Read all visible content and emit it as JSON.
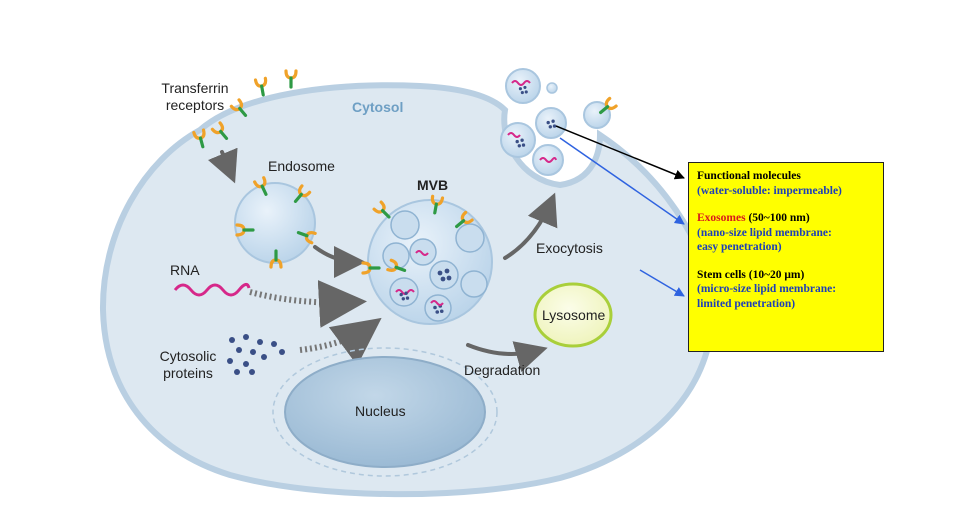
{
  "diagram": {
    "labels": {
      "transferrin_receptors": "Transferrin\nreceptors",
      "cytosol": "Cytosol",
      "endosome": "Endosome",
      "mvb": "MVB",
      "exocytosis": "Exocytosis",
      "rna": "RNA",
      "cytosolic_proteins": "Cytosolic\nproteins",
      "lysosome": "Lysosome",
      "degradation": "Degradation",
      "nucleus": "Nucleus"
    },
    "info_box": {
      "functional": {
        "title": "Functional molecules",
        "detail": "(water-soluble: impermeable)"
      },
      "exosomes": {
        "title": "Exosomes",
        "size": " (50~100 nm)",
        "detail_1": "(nano-size lipid membrane:",
        "detail_2": " easy penetration)"
      },
      "stem_cells": {
        "title": "Stem cells (10~20 μm)",
        "detail_1": "(micro-size lipid membrane:",
        "detail_2": " limited penetration)"
      }
    },
    "colors": {
      "cell_fill": "#dde8f1",
      "cell_stroke": "#b9cfe2",
      "vesicle_fill": "#c6dcee",
      "cytosol_text": "#6e9fc4",
      "receptor_orange": "#f0a229",
      "receptor_green": "#2e9a45",
      "rna_pink": "#d6288a",
      "protein_blue": "#3a4f86",
      "lysosome_fill": "#f6f8d2",
      "lysosome_stroke": "#a9cf3a",
      "nucleus_fill": "#a9c5dc",
      "arrow_gray": "#666666",
      "info_bg": "#ffff00",
      "info_blue": "#1d3fb8",
      "info_red": "#d81b1b",
      "connector_black": "#000000",
      "connector_blue": "#2f63e0"
    }
  }
}
